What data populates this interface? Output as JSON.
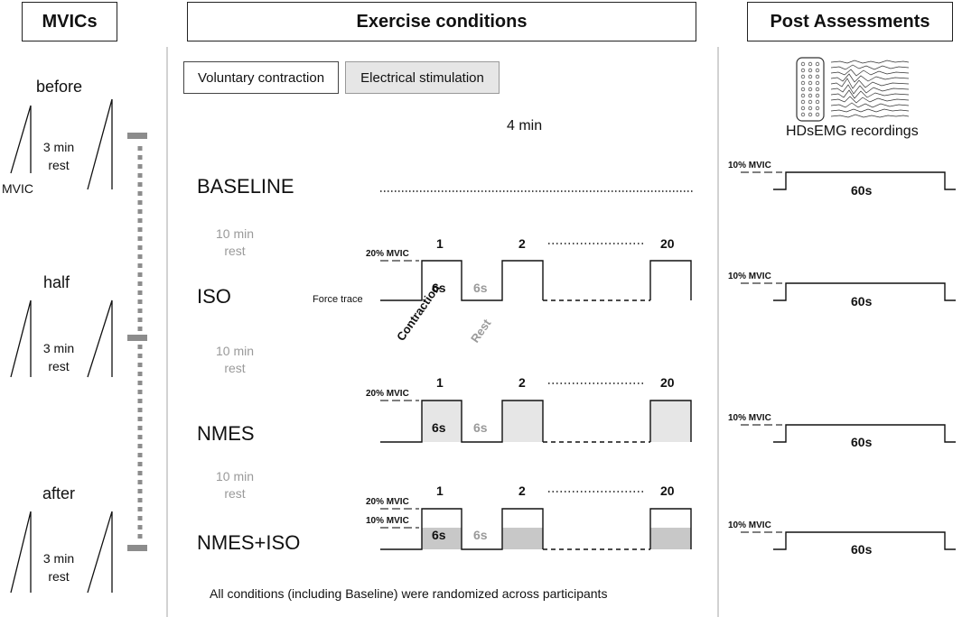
{
  "headers": {
    "mvics": "MVICs",
    "exercise": "Exercise conditions",
    "post": "Post Assessments"
  },
  "mvic_panel": {
    "before": "before",
    "half": "half",
    "after": "after",
    "rest_top": "3 min",
    "rest_bottom": "rest",
    "mvic_label": "MVIC"
  },
  "legend": {
    "voluntary": "Voluntary contraction",
    "electrical": "Electrical stimulation"
  },
  "duration_label": "4 min",
  "conditions": {
    "baseline": "BASELINE",
    "iso": "ISO",
    "nmes": "NMES",
    "nmes_iso": "NMES+ISO"
  },
  "between_rest": {
    "top": "10 min",
    "bottom": "rest"
  },
  "trace": {
    "rep_first": "1",
    "rep_second": "2",
    "rep_last": "20",
    "contraction_time": "6s",
    "rest_time": "6s",
    "force_trace": "Force trace",
    "contraction": "Contraction",
    "rest": "Rest",
    "mvic20": "20% MVIC",
    "mvic10": "10% MVIC"
  },
  "post": {
    "hdsemg": "HDsEMG recordings",
    "mvic10": "10% MVIC",
    "duration": "60s"
  },
  "footnote": "All conditions (including Baseline) were randomized across participants",
  "colors": {
    "shade": "#e6e6e6",
    "shade_dark": "#c8c8c8",
    "bar": "#8c8c8c",
    "rest_text": "#9a9a9a"
  }
}
